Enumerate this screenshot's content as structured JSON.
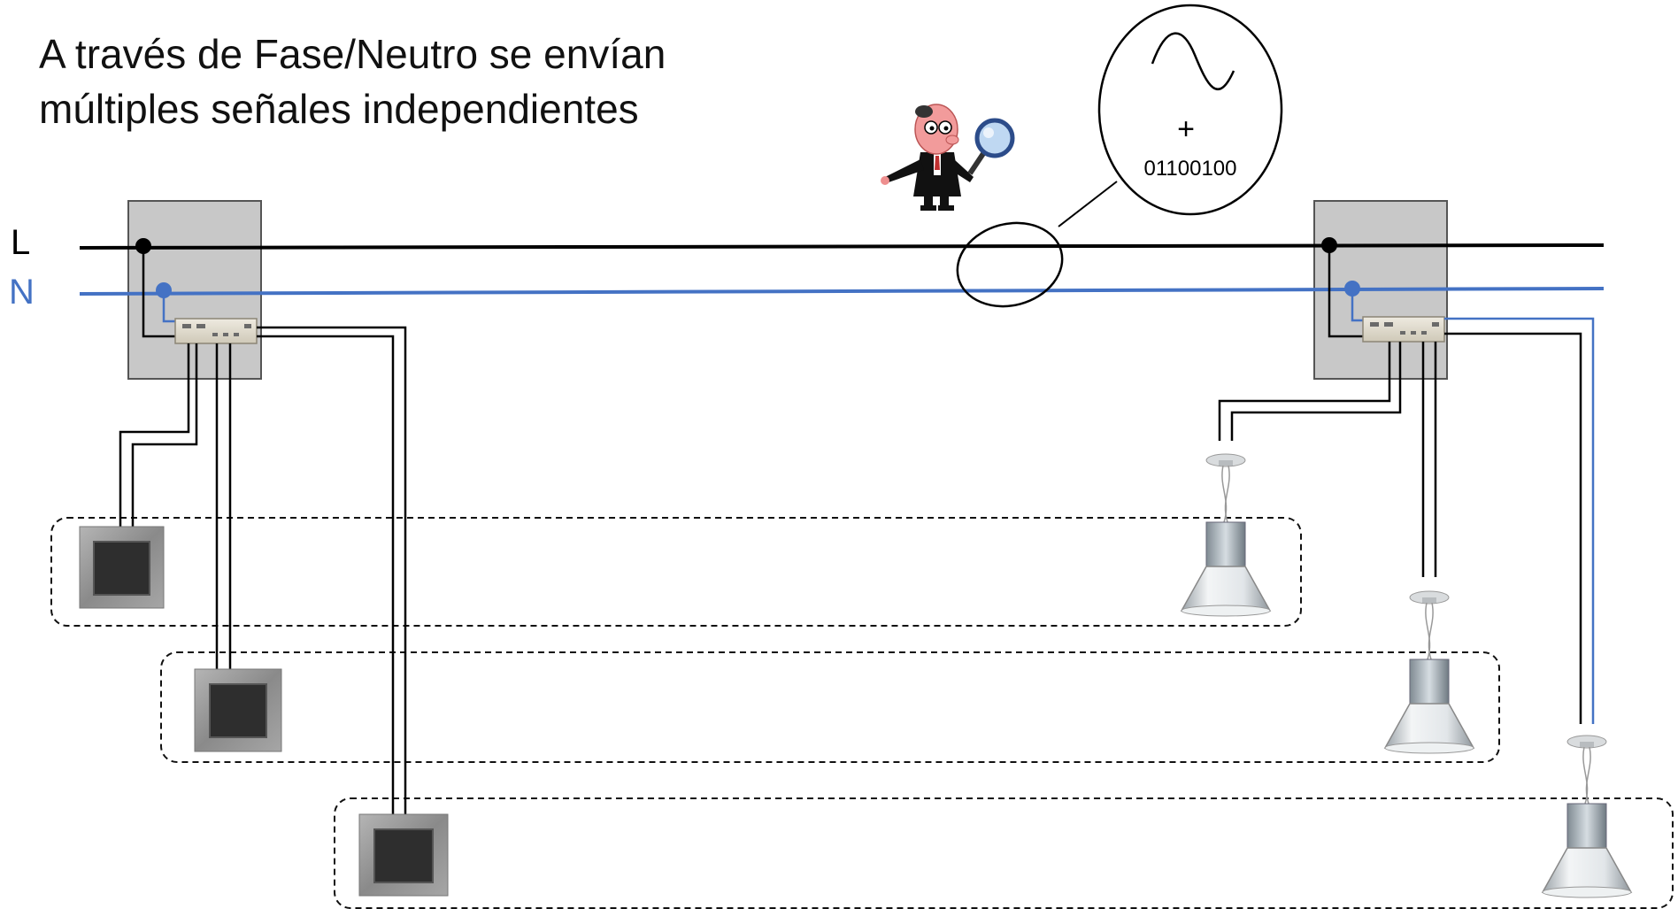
{
  "title": {
    "line1": "A través de Fase/Neutro se envían",
    "line2": "múltiples señales independientes"
  },
  "lines": {
    "phase_label": "L",
    "neutral_label": "N",
    "phase_color": "#000000",
    "neutral_color": "#4472C4"
  },
  "signal_callout": {
    "plus": "+",
    "binary": "01100100",
    "wave_icon": "sine-wave-icon"
  },
  "observer": {
    "icon": "detective-magnifier-icon"
  },
  "boxes": {
    "fill": "#C8C8C8",
    "stroke": "#555555"
  },
  "groups": [
    {
      "switch_icon": "wall-switch-icon",
      "lamp_icon": "pendant-lamp-icon"
    },
    {
      "switch_icon": "wall-switch-icon",
      "lamp_icon": "pendant-lamp-icon"
    },
    {
      "switch_icon": "wall-switch-icon",
      "lamp_icon": "pendant-lamp-icon"
    }
  ]
}
